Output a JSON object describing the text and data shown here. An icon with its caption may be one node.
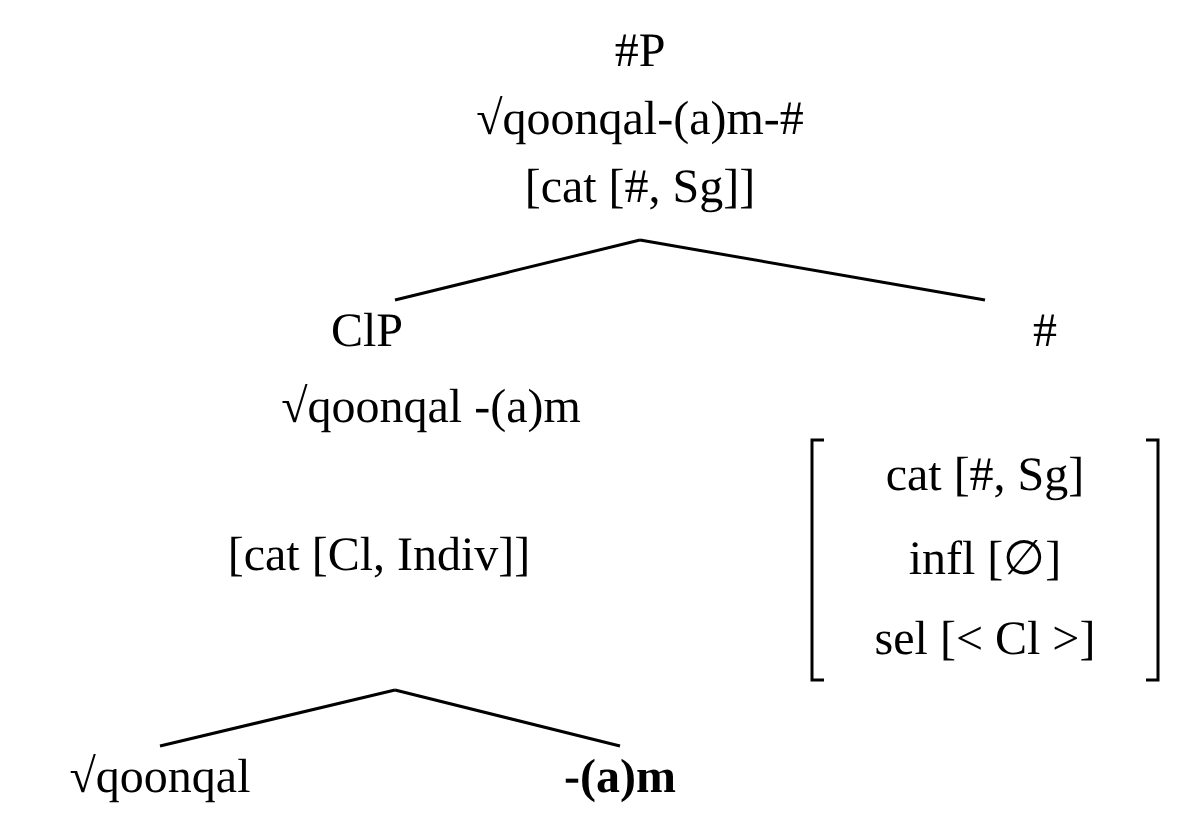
{
  "diagram": {
    "nodes": [
      {
        "text": [
          "#P",
          "√qoonqal-(a)m-#",
          "[cat [#, Sg]]"
        ]
      },
      {
        "text": [
          "ClP",
          "√qoonqal -(a)m",
          "[cat [Cl, Indiv]]"
        ]
      },
      {
        "text": [
          "#",
          "cat [#, Sg]",
          "infl [∅]",
          "sel [< Cl >]"
        ]
      },
      {
        "text": [
          "√qoonqal"
        ]
      },
      {
        "text": [
          "-(a)m"
        ]
      }
    ],
    "edges": [
      {
        "from": 0,
        "to": 1,
        "arrow": "none"
      },
      {
        "from": 0,
        "to": 2,
        "arrow": "none"
      },
      {
        "from": 1,
        "to": 3,
        "arrow": "none"
      },
      {
        "from": 1,
        "to": 4,
        "arrow": "none"
      }
    ]
  }
}
